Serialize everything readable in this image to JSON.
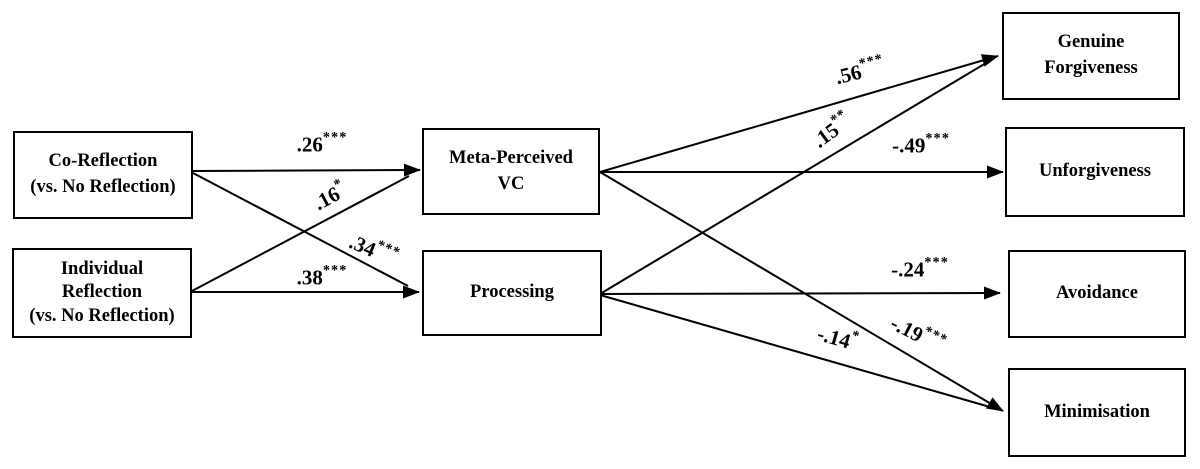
{
  "figure": {
    "type": "path-model-diagram",
    "colors": {
      "ink": "#000000",
      "background": "#ffffff"
    },
    "nodes": {
      "co_reflection": {
        "lines": [
          "Co-Reflection",
          "(vs. No Reflection)"
        ]
      },
      "individual_reflection": {
        "lines": [
          "Individual",
          "Reflection",
          "(vs. No Reflection)"
        ]
      },
      "meta_vc": {
        "lines": [
          "Meta-Perceived",
          "VC"
        ]
      },
      "processing": {
        "lines": [
          "Processing"
        ]
      },
      "genuine_forgiveness": {
        "lines": [
          "Genuine",
          "Forgiveness"
        ]
      },
      "unforgiveness": {
        "lines": [
          "Unforgiveness"
        ]
      },
      "avoidance": {
        "lines": [
          "Avoidance"
        ]
      },
      "minimisation": {
        "lines": [
          "Minimisation"
        ]
      }
    },
    "edges": [
      {
        "from": "Co-Reflection (vs. No Reflection)",
        "to": "Meta-Perceived VC",
        "value": ".26",
        "stars": "***"
      },
      {
        "from": "Individual Reflection (vs. No Reflection)",
        "to": "Meta-Perceived VC",
        "value": ".16",
        "stars": "*"
      },
      {
        "from": "Co-Reflection (vs. No Reflection)",
        "to": "Processing",
        "value": ".34",
        "stars": "***"
      },
      {
        "from": "Individual Reflection (vs. No Reflection)",
        "to": "Processing",
        "value": ".38",
        "stars": "***"
      },
      {
        "from": "Meta-Perceived VC",
        "to": "Genuine Forgiveness",
        "value": ".56",
        "stars": "***"
      },
      {
        "from": "Processing",
        "to": "Genuine Forgiveness",
        "value": ".15",
        "stars": "**"
      },
      {
        "from": "Meta-Perceived VC",
        "to": "Unforgiveness",
        "value": "-.49",
        "stars": "***"
      },
      {
        "from": "Processing",
        "to": "Avoidance",
        "value": "-.24",
        "stars": "***"
      },
      {
        "from": "Meta-Perceived VC",
        "to": "Minimisation",
        "value": "-.19",
        "stars": "***"
      },
      {
        "from": "Processing",
        "to": "Minimisation",
        "value": "-.14",
        "stars": "*"
      }
    ]
  }
}
